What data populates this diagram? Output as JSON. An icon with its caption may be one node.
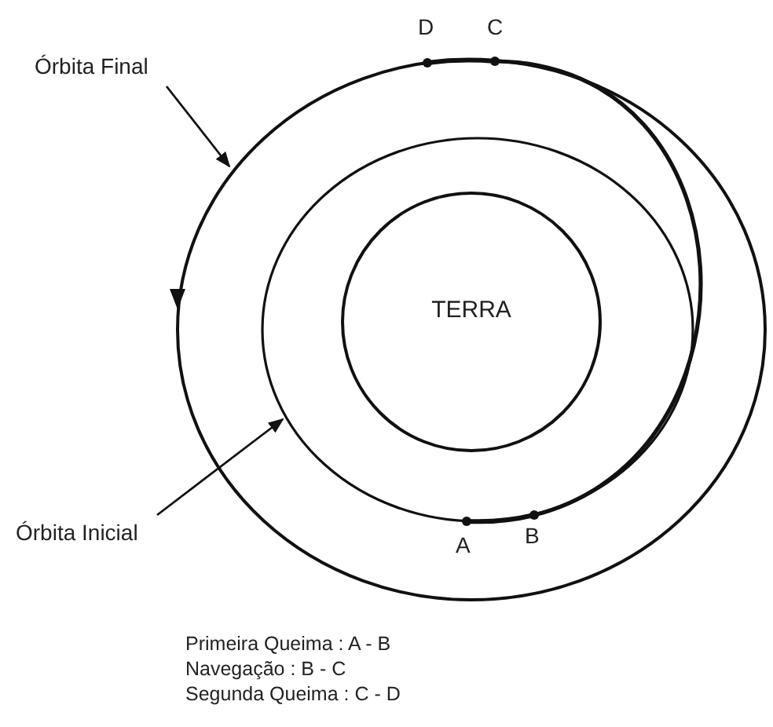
{
  "diagram": {
    "nodes": [
      {
        "text": [
          "Órbita Final"
        ]
      },
      {
        "text": [],
        "shape": "circle"
      },
      {
        "text": [],
        "shape": "circle",
        "in": 1
      },
      {
        "text": [
          "TERRA"
        ],
        "in": 2
      },
      {
        "text": [
          "Órbita Inicial"
        ]
      }
    ],
    "edges": [
      {
        "from": 0,
        "to": 1,
        "arrow": "to"
      },
      {
        "from": 4,
        "to": 2,
        "arrow": "to"
      }
    ],
    "labels": [
      "D",
      "C",
      "A",
      "B",
      "Primeira Queima : A - B",
      "Navegação : B - C",
      "Segunda Queima : C - D"
    ]
  }
}
